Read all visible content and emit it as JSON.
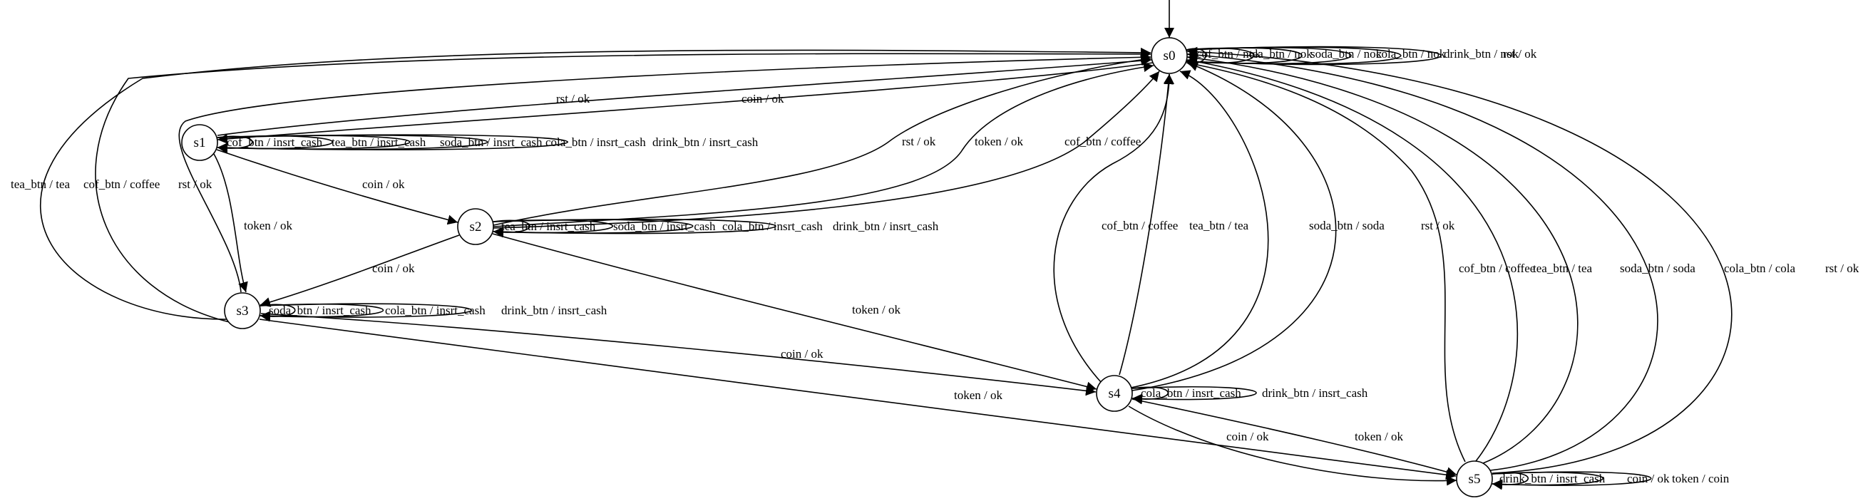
{
  "graph": {
    "states": [
      "s0",
      "s1",
      "s2",
      "s3",
      "s4",
      "s5"
    ],
    "initial_state": "s0",
    "transitions": [
      {
        "from": "s0",
        "to": "s0",
        "label": "cof_btn / nok"
      },
      {
        "from": "s0",
        "to": "s0",
        "label": "tea_btn / nok"
      },
      {
        "from": "s0",
        "to": "s0",
        "label": "soda_btn / nok"
      },
      {
        "from": "s0",
        "to": "s0",
        "label": "cola_btn / nok"
      },
      {
        "from": "s0",
        "to": "s0",
        "label": "drink_btn / nok"
      },
      {
        "from": "s0",
        "to": "s0",
        "label": "rst / ok"
      },
      {
        "from": "s0",
        "to": "s1",
        "label": "coin / ok"
      },
      {
        "from": "s1",
        "to": "s0",
        "label": "rst / ok"
      },
      {
        "from": "s1",
        "to": "s1",
        "label": "cof_btn / insrt_cash"
      },
      {
        "from": "s1",
        "to": "s1",
        "label": "tea_btn / insrt_cash"
      },
      {
        "from": "s1",
        "to": "s1",
        "label": "soda_btn / insrt_cash"
      },
      {
        "from": "s1",
        "to": "s1",
        "label": "cola_btn / insrt_cash"
      },
      {
        "from": "s1",
        "to": "s1",
        "label": "drink_btn / insrt_cash"
      },
      {
        "from": "s1",
        "to": "s2",
        "label": "coin / ok"
      },
      {
        "from": "s1",
        "to": "s3",
        "label": "token / ok"
      },
      {
        "from": "s2",
        "to": "s0",
        "label": "rst / ok"
      },
      {
        "from": "s2",
        "to": "s0",
        "label": "token / ok"
      },
      {
        "from": "s2",
        "to": "s0",
        "label": "cof_btn / coffee"
      },
      {
        "from": "s2",
        "to": "s2",
        "label": "tea_btn / insrt_cash"
      },
      {
        "from": "s2",
        "to": "s2",
        "label": "soda_btn / insrt_cash"
      },
      {
        "from": "s2",
        "to": "s2",
        "label": "cola_btn / insrt_cash"
      },
      {
        "from": "s2",
        "to": "s2",
        "label": "drink_btn / insrt_cash"
      },
      {
        "from": "s2",
        "to": "s3",
        "label": "coin / ok"
      },
      {
        "from": "s2",
        "to": "s4",
        "label": "token / ok"
      },
      {
        "from": "s3",
        "to": "s0",
        "label": "tea_btn / tea"
      },
      {
        "from": "s3",
        "to": "s0",
        "label": "cof_btn / coffee"
      },
      {
        "from": "s3",
        "to": "s0",
        "label": "rst / ok"
      },
      {
        "from": "s3",
        "to": "s3",
        "label": "soda_btn / insrt_cash"
      },
      {
        "from": "s3",
        "to": "s3",
        "label": "cola_btn / insrt_cash"
      },
      {
        "from": "s3",
        "to": "s3",
        "label": "drink_btn / insrt_cash"
      },
      {
        "from": "s3",
        "to": "s4",
        "label": "coin / ok"
      },
      {
        "from": "s3",
        "to": "s5",
        "label": "token / ok"
      },
      {
        "from": "s4",
        "to": "s0",
        "label": "cof_btn / coffee"
      },
      {
        "from": "s4",
        "to": "s0",
        "label": "tea_btn / tea"
      },
      {
        "from": "s4",
        "to": "s0",
        "label": "soda_btn / soda"
      },
      {
        "from": "s4",
        "to": "s0",
        "label": "rst / ok"
      },
      {
        "from": "s4",
        "to": "s4",
        "label": "cola_btn / insrt_cash"
      },
      {
        "from": "s4",
        "to": "s4",
        "label": "drink_btn / insrt_cash"
      },
      {
        "from": "s4",
        "to": "s5",
        "label": "coin / ok"
      },
      {
        "from": "s4",
        "to": "s5",
        "label": "token / ok"
      },
      {
        "from": "s5",
        "to": "s0",
        "label": "cof_btn / coffee"
      },
      {
        "from": "s5",
        "to": "s0",
        "label": "tea_btn / tea"
      },
      {
        "from": "s5",
        "to": "s0",
        "label": "soda_btn / soda"
      },
      {
        "from": "s5",
        "to": "s0",
        "label": "cola_btn / cola"
      },
      {
        "from": "s5",
        "to": "s0",
        "label": "rst / ok"
      },
      {
        "from": "s5",
        "to": "s5",
        "label": "drink_btn / insrt_cash"
      },
      {
        "from": "s5",
        "to": "s5",
        "label": "coin / ok"
      },
      {
        "from": "s5",
        "to": "s5",
        "label": "token / coin"
      }
    ]
  }
}
